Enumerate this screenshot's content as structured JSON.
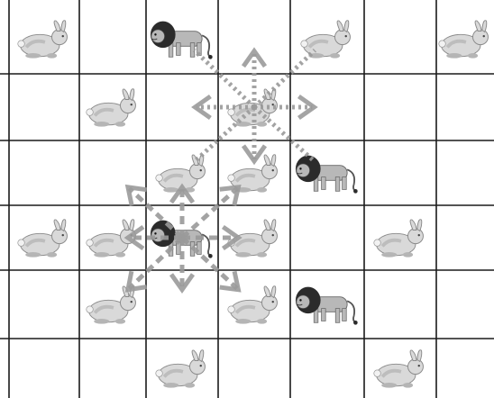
{
  "grid": {
    "cols": 7,
    "rows": 6
  },
  "colors": {
    "background": "#ffffff",
    "grid_line": "#1a1a1a",
    "arrow": "#9a9a9a",
    "rabbit_fill": "#d9d9d9",
    "rabbit_shade": "#b5b5b5",
    "lion_fill": "#b8b8b8",
    "lion_mane": "#2b2b2b"
  },
  "pieces": [
    {
      "type": "rabbit",
      "col": 0,
      "row": 0
    },
    {
      "type": "lion",
      "col": 2,
      "row": 0
    },
    {
      "type": "rabbit",
      "col": 4,
      "row": 0
    },
    {
      "type": "rabbit",
      "col": 6,
      "row": 0
    },
    {
      "type": "rabbit",
      "col": 1,
      "row": 1
    },
    {
      "type": "rabbit",
      "col": 3,
      "row": 1
    },
    {
      "type": "rabbit",
      "col": 2,
      "row": 2
    },
    {
      "type": "rabbit",
      "col": 3,
      "row": 2
    },
    {
      "type": "lion",
      "col": 4,
      "row": 2
    },
    {
      "type": "rabbit",
      "col": 0,
      "row": 3
    },
    {
      "type": "rabbit",
      "col": 1,
      "row": 3
    },
    {
      "type": "lion",
      "col": 2,
      "row": 3
    },
    {
      "type": "rabbit",
      "col": 3,
      "row": 3
    },
    {
      "type": "rabbit",
      "col": 5,
      "row": 3
    },
    {
      "type": "rabbit",
      "col": 1,
      "row": 4
    },
    {
      "type": "rabbit",
      "col": 3,
      "row": 4
    },
    {
      "type": "lion",
      "col": 4,
      "row": 4
    },
    {
      "type": "rabbit",
      "col": 2,
      "row": 5
    },
    {
      "type": "rabbit",
      "col": 5,
      "row": 5
    }
  ],
  "move_patterns": [
    {
      "name": "dotted-moves",
      "style": "dotted",
      "from": {
        "col": 3,
        "row": 1
      },
      "to": [
        {
          "col": 3,
          "row": 0
        },
        {
          "col": 2,
          "row": 1
        },
        {
          "col": 4,
          "row": 1
        },
        {
          "col": 3,
          "row": 2
        }
      ],
      "lines_only": [
        {
          "col": 2,
          "row": 0
        },
        {
          "col": 4,
          "row": 0
        },
        {
          "col": 2,
          "row": 2
        },
        {
          "col": 4,
          "row": 2
        }
      ]
    },
    {
      "name": "dashed-moves",
      "style": "dashed",
      "from": {
        "col": 2,
        "row": 3
      },
      "to": [
        {
          "col": 1,
          "row": 2
        },
        {
          "col": 2,
          "row": 2
        },
        {
          "col": 3,
          "row": 2
        },
        {
          "col": 1,
          "row": 3
        },
        {
          "col": 3,
          "row": 3
        },
        {
          "col": 1,
          "row": 4
        },
        {
          "col": 2,
          "row": 4
        },
        {
          "col": 3,
          "row": 4
        }
      ]
    }
  ]
}
